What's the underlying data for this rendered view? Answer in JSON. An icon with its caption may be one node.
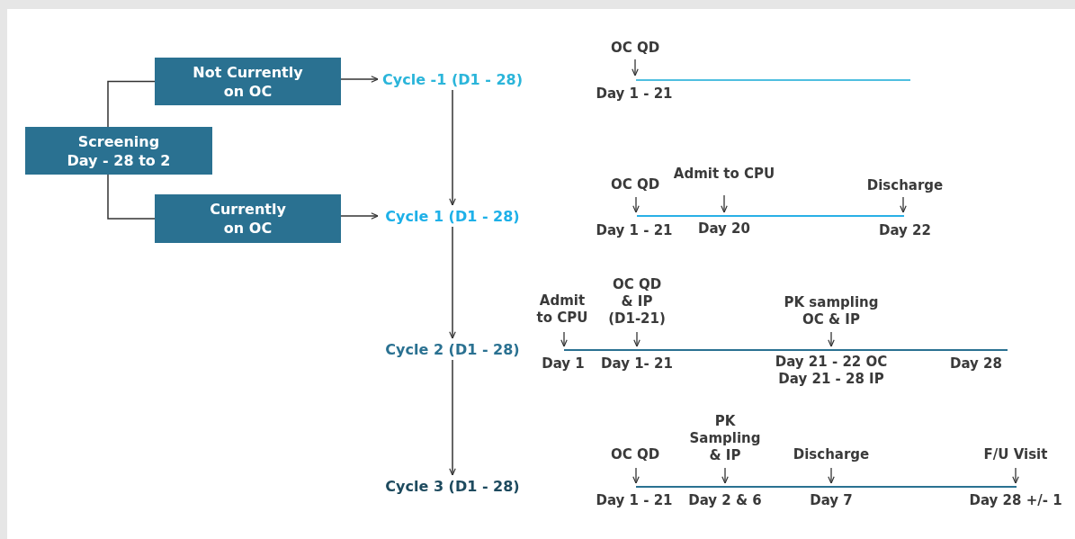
{
  "diagram": {
    "nodes": [
      {
        "text": [
          "Screening Day - 28 to 2"
        ]
      },
      {
        "text": [
          "Not Currently on OC"
        ]
      },
      {
        "text": [
          "Currently on OC"
        ]
      },
      {
        "text": [
          "Cycle -1 (D1 - 28)"
        ]
      },
      {
        "text": [
          "Cycle 1 (D1 - 28)"
        ]
      },
      {
        "text": [
          "Cycle 2 (D1 - 28)"
        ]
      },
      {
        "text": [
          "Cycle 3 (D1 - 28)"
        ]
      }
    ],
    "edges": [
      {
        "from": 0,
        "to": 1,
        "arrow": "none"
      },
      {
        "from": 0,
        "to": 2,
        "arrow": "none"
      },
      {
        "from": 1,
        "to": 3,
        "arrow": "to"
      },
      {
        "from": 2,
        "to": 4,
        "arrow": "to"
      },
      {
        "from": 3,
        "to": 4,
        "arrow": "to"
      },
      {
        "from": 4,
        "to": 5,
        "arrow": "to"
      },
      {
        "from": 5,
        "to": 6,
        "arrow": "to"
      }
    ],
    "labels": [
      "OC QD",
      "Day 1 - 21",
      "Admit to CPU",
      "OC QD",
      "Discharge",
      "Day 1 - 21",
      "Day 20",
      "Day 22",
      "OC QD & IP (D1-21)",
      "Admit to CPU",
      "PK sampling OC & IP",
      "Day 1",
      "Day 1- 21",
      "Day 21 - 22 OC Day 21 - 28 IP",
      "Day 28",
      "PK Sampling & IP",
      "OC QD",
      "Discharge",
      "F/U Visit",
      "Day 1 - 21",
      "Day 2 & 6",
      "Day 7",
      "Day 28 +/- 1"
    ]
  }
}
